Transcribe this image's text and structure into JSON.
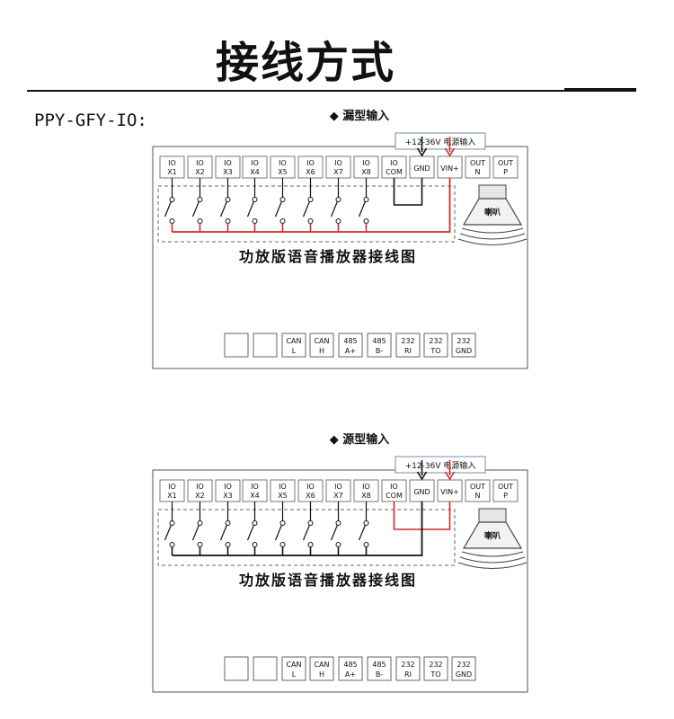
{
  "page": {
    "title": "接线方式",
    "model": "PPY-GFY-IO:"
  },
  "terminal_labels": {
    "io": "IO",
    "inputs": [
      "X1",
      "X2",
      "X3",
      "X4",
      "X5",
      "X6",
      "X7",
      "X8"
    ],
    "com": "COM",
    "gnd": "GND",
    "vin": "VIN+",
    "out_top": "OUT",
    "out_n": "N",
    "out_p": "P"
  },
  "power_callout": "+12-36V 电源输入",
  "speaker_label": "喇叭",
  "board_caption": "功放版语音播放器接线图",
  "bottom_terminals": [
    {
      "top": "",
      "bottom": ""
    },
    {
      "top": "",
      "bottom": ""
    },
    {
      "top": "CAN",
      "bottom": "L"
    },
    {
      "top": "CAN",
      "bottom": "H"
    },
    {
      "top": "485",
      "bottom": "A+"
    },
    {
      "top": "485",
      "bottom": "B-"
    },
    {
      "top": "232",
      "bottom": "RI"
    },
    {
      "top": "232",
      "bottom": "TO"
    },
    {
      "top": "232",
      "bottom": "GND"
    }
  ],
  "diagrams": [
    {
      "heading": "◆  漏型输入",
      "mode": "sink"
    },
    {
      "heading": "◆  源型输入",
      "mode": "source"
    }
  ],
  "colors": {
    "wire_red": "#d42a2a",
    "wire_black": "#111111",
    "box_border": "#555555",
    "callout_border": "#6f8fb5"
  }
}
